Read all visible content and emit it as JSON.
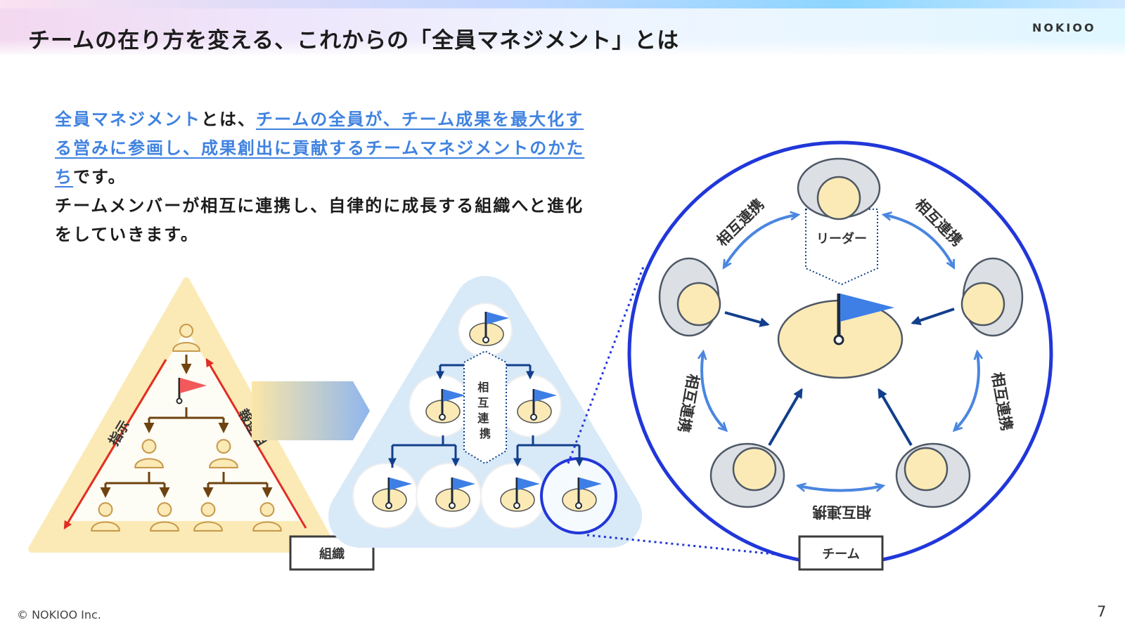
{
  "header": {
    "title": "チームの在り方を変える、これからの「全員マネジメント」とは",
    "logo": "NOKIOO"
  },
  "body": {
    "seg1": "全員マネジメント",
    "seg2": "とは、",
    "seg3": "チームの全員が、チーム成果を最大化する営みに参画し、成果創出に貢献するチームマネジメントのかたち",
    "seg4": "です。",
    "para2": "チームメンバーが相互に連携し、自律的に成長する組織へと進化をしていきます。"
  },
  "diagram": {
    "left_arrow_label": "指示",
    "right_arrow_label": "報連相",
    "organization_label": "組織",
    "mutual_label": "相互連携",
    "leader_label": "リーダー",
    "team_label": "チーム"
  },
  "footer": {
    "copyright": "© NOKIOO Inc.",
    "page": "7"
  },
  "colors": {
    "accent_blue": "#3f82e0",
    "navy": "#123f8c",
    "circle_blue": "#2137d9",
    "pyramid_yellow": "#fbeab5",
    "flag_red": "#f2595a",
    "arrow_red": "#e12d23",
    "arrow_brown": "#6e4310"
  }
}
